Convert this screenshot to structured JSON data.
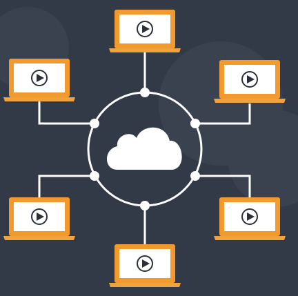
{
  "diagram": {
    "kind": "cloud-video-distribution",
    "hub_icon": "cloud-icon",
    "device_icon": "laptop-icon",
    "content_icon": "play-icon",
    "devices": [
      {
        "id": "top"
      },
      {
        "id": "upper-left"
      },
      {
        "id": "upper-right"
      },
      {
        "id": "lower-left"
      },
      {
        "id": "lower-right"
      },
      {
        "id": "bottom"
      }
    ]
  },
  "colors": {
    "background": "#333a47",
    "background_shape": "#3a4250",
    "laptop_frame": "#f29a2e",
    "laptop_base": "#f0a23c",
    "screen": "#ffffff",
    "play": "#2a2f3a",
    "connector": "#ffffff",
    "cloud": "#ffffff"
  }
}
